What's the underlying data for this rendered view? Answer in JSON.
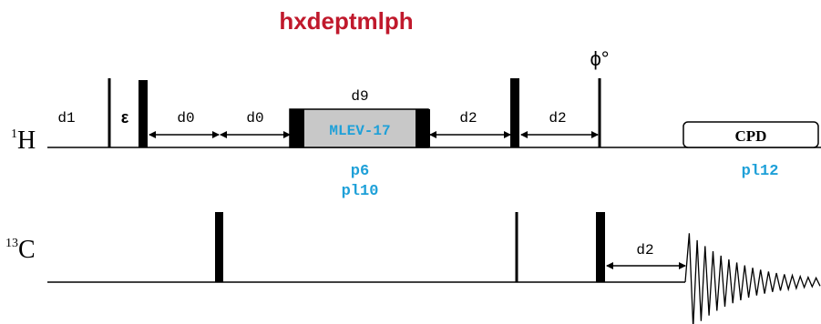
{
  "title": "hxdeptmlph",
  "colors": {
    "title": "#c0192c",
    "param": "#1ea0d8",
    "mlev_fill": "#c8c8c8",
    "ink": "#000000"
  },
  "channels": {
    "h_label_sup": "1",
    "h_label": "H",
    "c_label_sup": "13",
    "c_label": "C"
  },
  "delays": {
    "d1": "d1",
    "epsilon": "ε",
    "d0_a": "d0",
    "d0_b": "d0",
    "d9": "d9",
    "d2_a": "d2",
    "d2_b": "d2",
    "d2_c": "d2"
  },
  "phase_label": "ϕ°",
  "mlev_label": "MLEV-17",
  "cpd_label": "CPD",
  "params": {
    "p6": "p6",
    "pl10": "pl10",
    "pl12": "pl12"
  }
}
